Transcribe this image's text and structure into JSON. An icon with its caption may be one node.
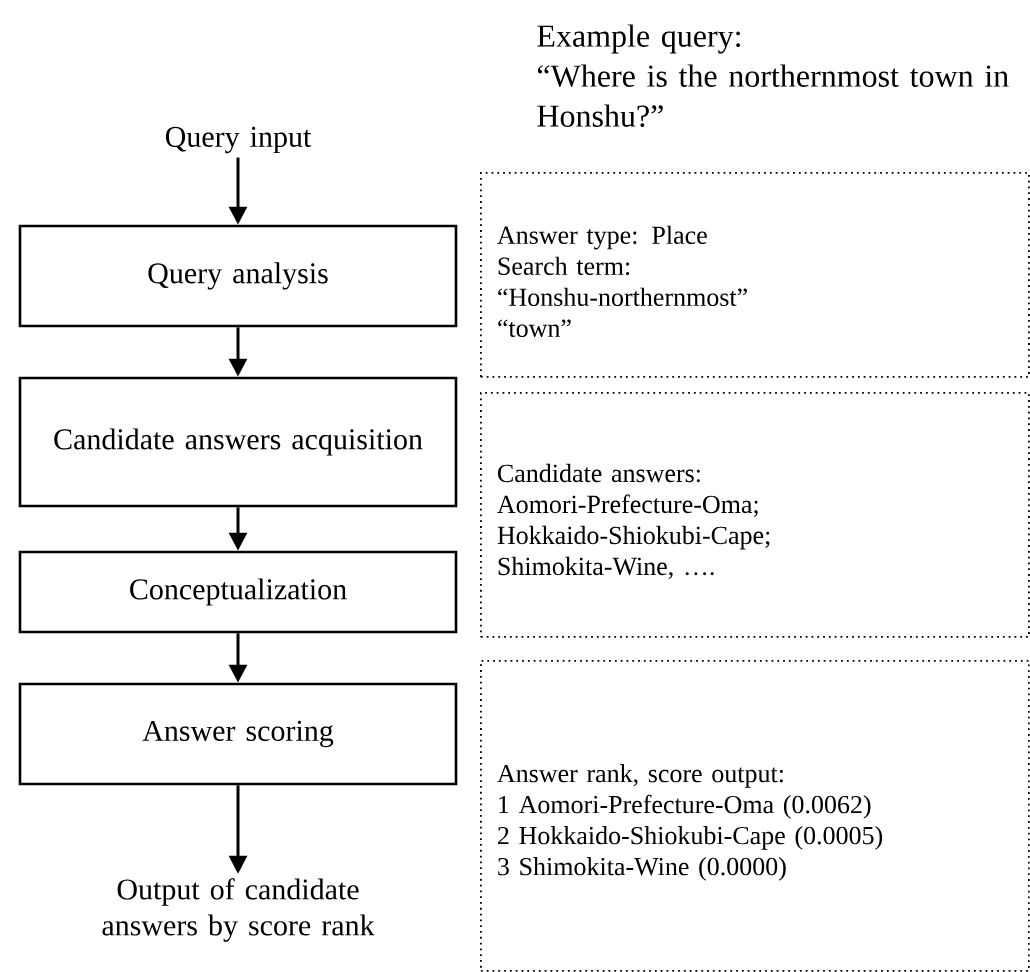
{
  "diagram": {
    "nodes": [
      {
        "text": [
          "Query input"
        ]
      },
      {
        "text": [
          "Query analysis"
        ]
      },
      {
        "text": [
          "Candidate answers acquisition"
        ]
      },
      {
        "text": [
          "Conceptualization"
        ]
      },
      {
        "text": [
          "Answer scoring"
        ]
      },
      {
        "text": [
          "Output of candidate answers by score rank"
        ]
      },
      {
        "text": [
          "Answer type: Place",
          "Search term:",
          "“Honshu-northernmost”",
          "“town”"
        ]
      },
      {
        "text": [
          "Candidate answers:",
          "Aomori-Prefecture-Oma;",
          "Hokkaido-Shiokubi-Cape;",
          "Shimokita-Wine, …."
        ]
      },
      {
        "text": [
          "Answer rank, score output:",
          "1 Aomori-Prefecture-Oma (0.0062)",
          "2 Hokkaido-Shiokubi-Cape (0.0005)",
          "3 Shimokita-Wine (0.0000)"
        ]
      }
    ],
    "edges": [
      {
        "from": 0,
        "to": 1,
        "arrow": "to"
      },
      {
        "from": 1,
        "to": 2,
        "arrow": "to"
      },
      {
        "from": 2,
        "to": 3,
        "arrow": "to"
      },
      {
        "from": 3,
        "to": 4,
        "arrow": "to"
      },
      {
        "from": 4,
        "to": 5,
        "arrow": "to"
      }
    ],
    "labels": [
      "Example query:",
      "“Where is the northernmost town in Honshu?”"
    ]
  }
}
